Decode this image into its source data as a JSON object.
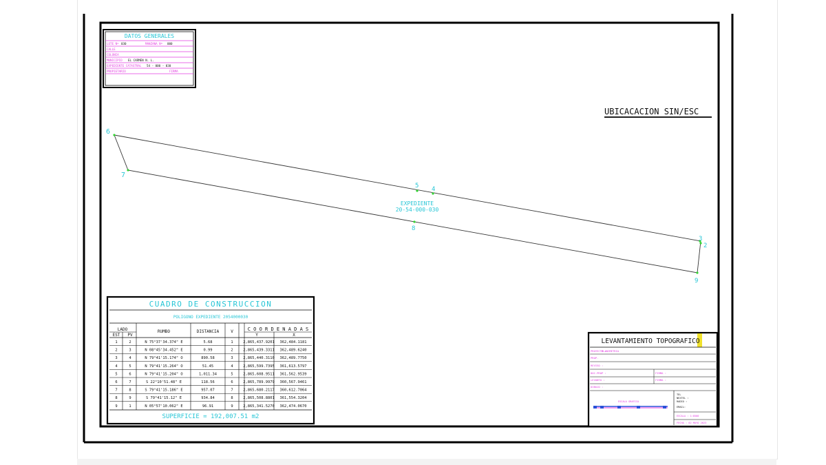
{
  "datos_generales": {
    "title": "DATOS GENERALES",
    "rows": [
      {
        "label": "LOTE Nº",
        "value": "030",
        "label2": "MANZANA Nº",
        "value2": "000"
      },
      {
        "label": "CALLE",
        "value": ""
      },
      {
        "label": "COLONIA",
        "value": ""
      },
      {
        "label": "MUNICIPIO",
        "value": "EL CARMEN  N. L."
      },
      {
        "label": "EXPEDIENTE CATASTRAL",
        "value": "54 - 000 - 030"
      },
      {
        "label": "PROPIETARIO",
        "value": "",
        "label2": "FIRMA",
        "value2": ""
      }
    ]
  },
  "ubicacion": {
    "label": "UBICACACION SIN/ESC"
  },
  "expediente": {
    "line1": "EXPEDIENTE",
    "line2": "20-54-000-030"
  },
  "polygon": {
    "vertices": [
      {
        "id": "6",
        "label": "6"
      },
      {
        "id": "7",
        "label": "7"
      },
      {
        "id": "5",
        "label": "5"
      },
      {
        "id": "4",
        "label": "4"
      },
      {
        "id": "8",
        "label": "8"
      },
      {
        "id": "3",
        "label": "3"
      },
      {
        "id": "2",
        "label": "2"
      },
      {
        "id": "9",
        "label": "9"
      }
    ]
  },
  "cuadro": {
    "title": "CUADRO DE CONSTRUCCION",
    "subtitle": "POLIGONO EXPEDIENTE 2054000030",
    "headers": {
      "lado": "LADO",
      "est": "EST",
      "pv": "PV",
      "rumbo": "RUMBO",
      "distancia": "DISTANCIA",
      "v": "V",
      "coordenadas": "C O O R D E N A D A S",
      "y": "Y",
      "x": "X"
    },
    "rows": [
      [
        "1",
        "2",
        "N 75°37'34.374\" E",
        "5.68",
        "1",
        "2,865,437.9201",
        "362,484.1181"
      ],
      [
        "2",
        "3",
        "N 08°45'34.452\" E",
        "0.99",
        "2",
        "2,865,439.3311",
        "362,489.6240"
      ],
      [
        "3",
        "4",
        "N 79°41'15.174\" O",
        "890.58",
        "3",
        "2,865,440.3110",
        "362,489.7750"
      ],
      [
        "4",
        "5",
        "N 79°41'15.264\" O",
        "51.45",
        "4",
        "2,865,599.7395",
        "361,613.5797"
      ],
      [
        "5",
        "6",
        "N 79°41'15.204\" O",
        "1,011.34",
        "5",
        "2,865,608.9511",
        "361,562.9539"
      ],
      [
        "6",
        "7",
        "S 22°10'51.48\" E",
        "118.56",
        "6",
        "2,865,789.9979",
        "360,567.9461"
      ],
      [
        "7",
        "8",
        "S 79°41'15.186\" E",
        "957.07",
        "7",
        "2,865,680.2117",
        "360,612.7064"
      ],
      [
        "8",
        "9",
        "S 79°41'15.12\" E",
        "934.84",
        "8",
        "2,865,508.8801",
        "361,554.3204"
      ],
      [
        "9",
        "1",
        "N 05°57'10.062\" E",
        "96.91",
        "9",
        "2,865,341.5270",
        "362,474.0670"
      ]
    ],
    "superficie": "SUPERFICIE = 192,007.51 m2"
  },
  "title_block": {
    "title": "LEVANTAMIENTO TOPOGRAFICO",
    "proyecto_label": "PROYECTO :",
    "proyecto_value": "PLANIMETRIA",
    "rows": [
      "PROP.",
      "REVISO :",
      "DOC.PROP :",
      "LEVANTO :",
      "DIBUJO :"
    ],
    "firma1": "FIRMA :",
    "firma2": "FIRMA :",
    "tel": "TEL",
    "nextel": "NEXTEL :",
    "radio": "RADIO :",
    "email": "EMAIL:",
    "escala_grafica": "ESCALA GRAFICA",
    "escala": "ESCALA : 1:8500",
    "fecha": "FECHA : 02 MAYO 2023"
  }
}
